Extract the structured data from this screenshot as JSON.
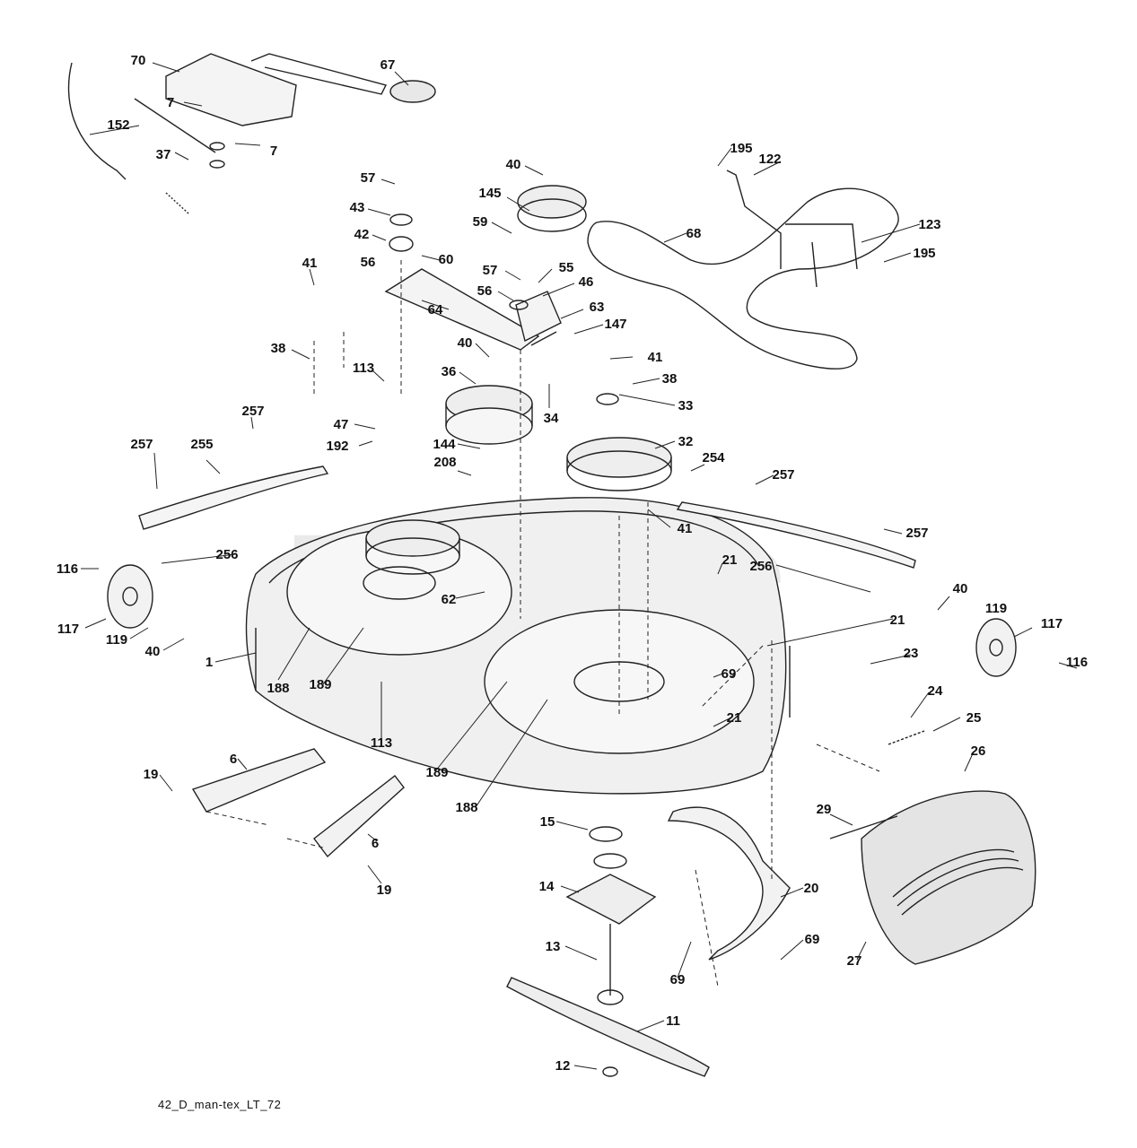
{
  "diagram": {
    "drawing_id": "42_D_man-tex_LT_72",
    "watermark": "PartsTree"
  },
  "callouts": [
    "70",
    "67",
    "7",
    "7",
    "152",
    "37",
    "195",
    "122",
    "40",
    "145",
    "57",
    "43",
    "42",
    "60",
    "56",
    "59",
    "57",
    "55",
    "123",
    "68",
    "195",
    "41",
    "46",
    "56",
    "63",
    "64",
    "147",
    "38",
    "40",
    "41",
    "113",
    "36",
    "38",
    "34",
    "33",
    "47",
    "192",
    "144",
    "32",
    "257",
    "257",
    "255",
    "208",
    "254",
    "257",
    "41",
    "257",
    "256",
    "256",
    "116",
    "21",
    "62",
    "40",
    "117",
    "119",
    "117",
    "116",
    "1",
    "119",
    "40",
    "188",
    "21",
    "189",
    "23",
    "113",
    "69",
    "24",
    "21",
    "25",
    "19",
    "6",
    "26",
    "189",
    "188",
    "29",
    "15",
    "6",
    "19",
    "14",
    "20",
    "69",
    "27",
    "13",
    "69",
    "11",
    "12"
  ],
  "colors": {
    "line": "#222222",
    "part_fill": "#f2f2f2",
    "deck_fill": "#eeeeee",
    "watermark": "#d9d9d9"
  }
}
